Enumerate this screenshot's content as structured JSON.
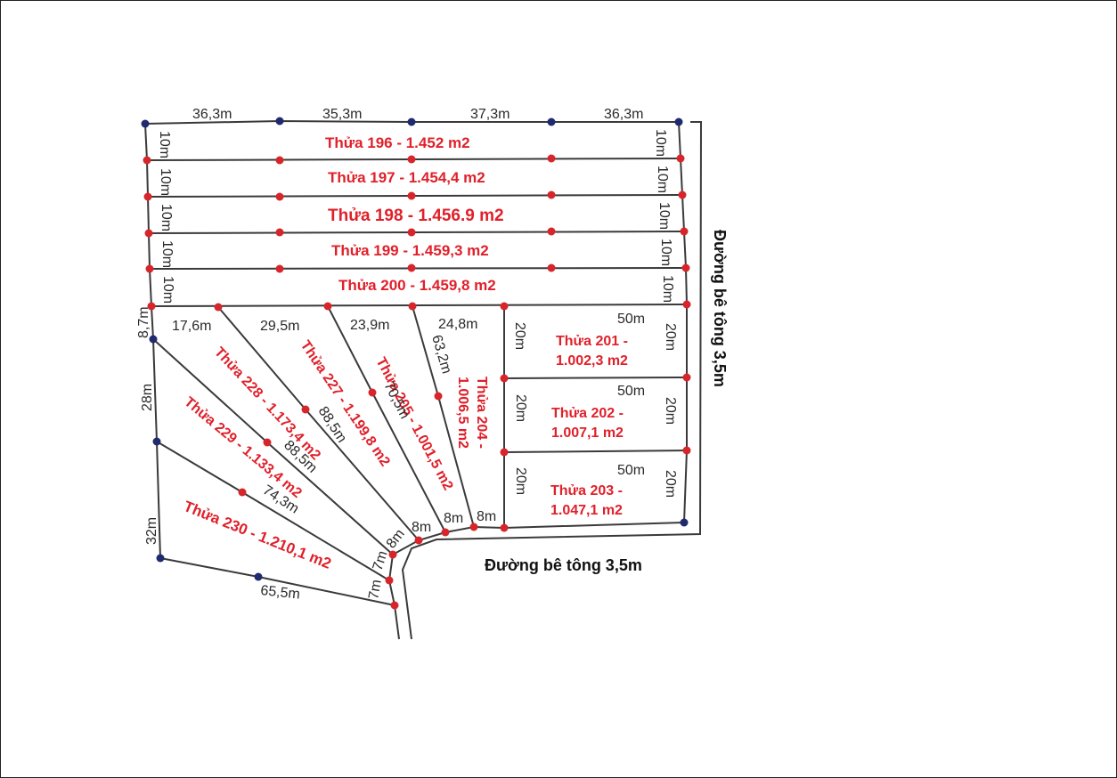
{
  "colors": {
    "lot_label": "#e0202a",
    "vertex_red": "#d7262b",
    "vertex_blue": "#1f2b6e",
    "line": "#3a3a3a"
  },
  "roads": {
    "east": "Đường bê tông 3,5m",
    "south": "Đường bê tông 3,5m"
  },
  "top_dims": [
    "36,3m",
    "35,3m",
    "37,3m",
    "36,3m"
  ],
  "strip_lots": [
    "Thửa 196 - 1.452 m2",
    "Thửa 197 - 1.454,4 m2",
    "Thửa 198 - 1.456.9 m2",
    "Thửa 199 - 1.459,3 m2",
    "Thửa 200 - 1.459,8 m2"
  ],
  "strip_side_dim": "10m",
  "lower_top_dims": [
    "17,6m",
    "29,5m",
    "23,9m",
    "24,8m"
  ],
  "rect_lots": [
    {
      "name": "Thửa 201 -",
      "area": "1.002,3 m2",
      "width": "50m",
      "side": "20m"
    },
    {
      "name": "Thửa 202 -",
      "area": "1.007,1 m2",
      "width": "50m",
      "side": "20m"
    },
    {
      "name": "Thửa 203 -",
      "area": "1.047,1 m2",
      "width": "50m",
      "side": "20m"
    }
  ],
  "diagonal_lots": [
    "Thửa 228 - 1.173,4 m2",
    "Thửa 227 - 1.199,8 m2",
    "Thửa 205 - 1.001,5 m2",
    "Thửa 204 -",
    "1.006,5 m2",
    "Thửa 229 - 1.133,4 m2",
    "Thửa 230 - 1.210,1 m2"
  ],
  "diagonal_dims": [
    "88,5m",
    "88,5m",
    "70,5m",
    "63,2m",
    "74,3m"
  ],
  "left_dims": [
    "8,7m",
    "28m",
    "32m"
  ],
  "bottom_dims": [
    "65,5m",
    "7m",
    "7m",
    "8m",
    "8m",
    "8m",
    "8m"
  ]
}
